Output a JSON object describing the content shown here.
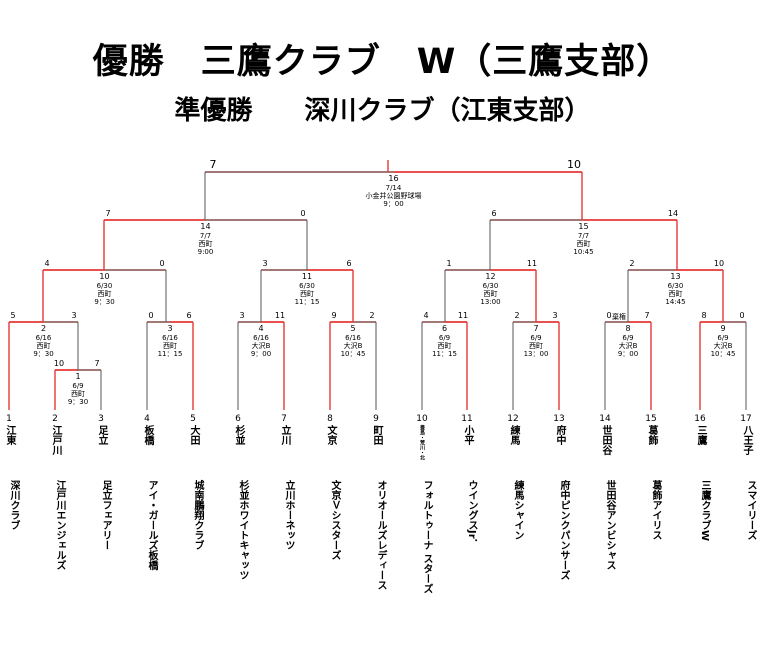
{
  "header": {
    "winner": "優勝　三鷹クラブ　W（三鷹支部）",
    "runner_up": "準優勝　　深川クラブ（江東支部）"
  },
  "colors": {
    "win_line": "#e53935",
    "line": "#555555"
  },
  "teams": [
    {
      "num": "1",
      "name": "江東",
      "club": "深川クラブ"
    },
    {
      "num": "2",
      "name": "江戸川",
      "club": "江戸川エンジェルズ"
    },
    {
      "num": "3",
      "name": "足立",
      "club": "足立フェアリー"
    },
    {
      "num": "4",
      "name": "板橋",
      "club": "アイ・ガールズ板橋"
    },
    {
      "num": "5",
      "name": "大田",
      "club": "城南鵬翔クラブ"
    },
    {
      "num": "6",
      "name": "杉並",
      "club": "杉並ホワイトキャッツ"
    },
    {
      "num": "7",
      "name": "立川",
      "club": "立川ホーネッツ"
    },
    {
      "num": "8",
      "name": "文京",
      "club": "文京Ｖシスターズ"
    },
    {
      "num": "9",
      "name": "町田",
      "club": "オリオールズレディース"
    },
    {
      "num": "10",
      "name": "豊島・荒川・北",
      "club": "フォルトゥーナ スターズ"
    },
    {
      "num": "11",
      "name": "小平",
      "club": "ウイングスJr．"
    },
    {
      "num": "12",
      "name": "練馬",
      "club": "練馬シャイン"
    },
    {
      "num": "13",
      "name": "府中",
      "club": "府中ピンクパンサーズ"
    },
    {
      "num": "14",
      "name": "世田谷",
      "club": "世田谷アンビシャス"
    },
    {
      "num": "15",
      "name": "葛飾",
      "club": "葛飾アイリス"
    },
    {
      "num": "16",
      "name": "三鷹",
      "club": "三鷹クラブW"
    },
    {
      "num": "17",
      "name": "八王子",
      "club": "スマイリーズ"
    }
  ],
  "matches": [
    {
      "id": "1",
      "date": "6/9",
      "venue": "西町",
      "time": "9：30",
      "scores": [
        "10",
        "7"
      ]
    },
    {
      "id": "2",
      "date": "6/16",
      "venue": "西町",
      "time": "9：30",
      "scores": [
        "5",
        "3"
      ]
    },
    {
      "id": "3",
      "date": "6/16",
      "venue": "西町",
      "time": "11：15",
      "scores": [
        "0",
        "6"
      ]
    },
    {
      "id": "4",
      "date": "6/16",
      "venue": "大沢B",
      "time": "9：00",
      "scores": [
        "3",
        "11"
      ]
    },
    {
      "id": "5",
      "date": "6/16",
      "venue": "大沢B",
      "time": "10：45",
      "scores": [
        "9",
        "2"
      ]
    },
    {
      "id": "6",
      "date": "6/9",
      "venue": "西町",
      "time": "11：15",
      "scores": [
        "4",
        "11"
      ]
    },
    {
      "id": "7",
      "date": "6/9",
      "venue": "西町",
      "time": "13：00",
      "scores": [
        "2",
        "3"
      ]
    },
    {
      "id": "8",
      "date": "6/9",
      "venue": "大沢B",
      "time": "9：00",
      "scores": [
        "0",
        "7"
      ],
      "note": "棄権"
    },
    {
      "id": "9",
      "date": "6/9",
      "venue": "大沢B",
      "time": "10：45",
      "scores": [
        "8",
        "0"
      ]
    },
    {
      "id": "10",
      "date": "6/30",
      "venue": "西町",
      "time": "9：30",
      "scores": [
        "4",
        "0"
      ]
    },
    {
      "id": "11",
      "date": "6/30",
      "venue": "西町",
      "time": "11：15",
      "scores": [
        "3",
        "6"
      ]
    },
    {
      "id": "12",
      "date": "6/30",
      "venue": "西町",
      "time": "13:00",
      "scores": [
        "1",
        "11"
      ]
    },
    {
      "id": "13",
      "date": "6/30",
      "venue": "西町",
      "time": "14:45",
      "scores": [
        "2",
        "10"
      ]
    },
    {
      "id": "14",
      "date": "7/7",
      "venue": "西町",
      "time": "9:00",
      "scores": [
        "7",
        "0"
      ]
    },
    {
      "id": "15",
      "date": "7/7",
      "venue": "西町",
      "time": "10:45",
      "scores": [
        "6",
        "14"
      ]
    },
    {
      "id": "16",
      "date": "7/14",
      "venue": "小金井公園野球場",
      "time": "9：00",
      "scores": [
        "7",
        "10"
      ]
    }
  ]
}
